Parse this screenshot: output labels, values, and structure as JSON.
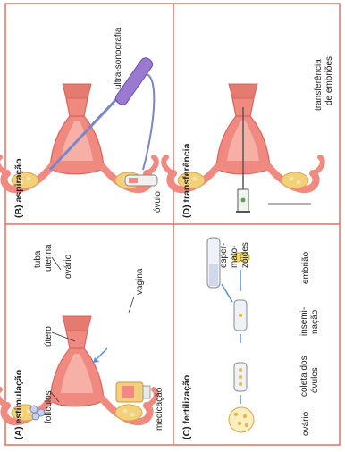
{
  "colors": {
    "border": "#e07060",
    "uterus": "#f08a80",
    "uterus_dark": "#d9645c",
    "ovary": "#f3d07a",
    "follicle": "#f8e4a8",
    "instrument_blue": "#7b86c8",
    "arrow": "#5b8ed6",
    "probe_purple": "#9a7ad0",
    "cell_yellow": "#f5dd5a",
    "text": "#222222"
  },
  "panels": {
    "a": {
      "title": "(A) estimulação",
      "labels": {
        "tube": "tuba",
        "uterine": "uterina",
        "ovary": "ovário",
        "uterus": "útero",
        "vagina": "vagina",
        "follicles": "folículos",
        "medication": "medicação"
      }
    },
    "b": {
      "title": "(B) aspiração",
      "labels": {
        "ultrasound": "ultra-sonografia",
        "ovum": "óvulo"
      }
    },
    "c": {
      "title": "(C) fertilização",
      "labels": {
        "sperm_line1": "esper-",
        "sperm_line2": "mato-",
        "sperm_line3": "zóides",
        "ovary": "ovário",
        "collect_line1": "coleta dos",
        "collect_line2": "óvulos",
        "insem_line1": "insemi-",
        "insem_line2": "nação",
        "embryo": "embrião"
      }
    },
    "d": {
      "title": "(D) transferência",
      "labels": {
        "transfer_line1": "transferência",
        "transfer_line2": "de embriões"
      }
    }
  }
}
